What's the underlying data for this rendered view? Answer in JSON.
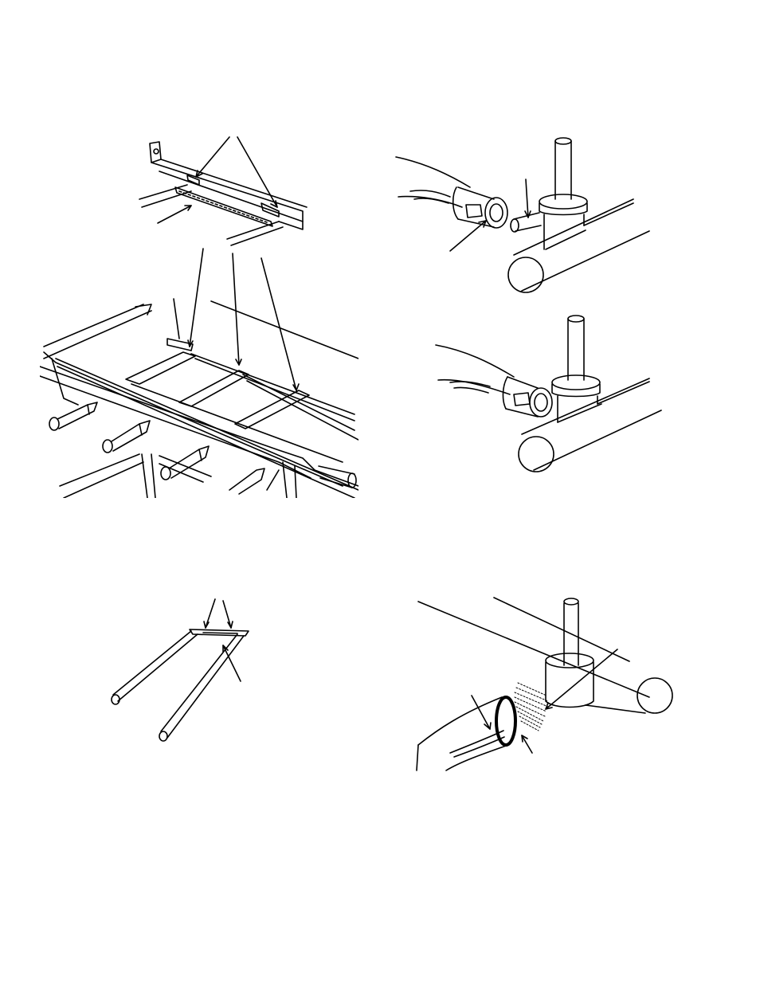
{
  "page": {
    "background": "#ffffff",
    "line_color": "#000000"
  },
  "figures": [
    {
      "id": "grease-bar-assembly",
      "description_icon": "grill-frame-icon"
    },
    {
      "id": "venturi-shutter-open",
      "description_icon": "venturi-tube-icon"
    },
    {
      "id": "venturi-shutter-closed",
      "description_icon": "venturi-tube-icon"
    },
    {
      "id": "burner-tube-pair",
      "description_icon": "burner-tube-icon"
    },
    {
      "id": "venturi-brush-cleaning",
      "description_icon": "brush-icon"
    }
  ]
}
